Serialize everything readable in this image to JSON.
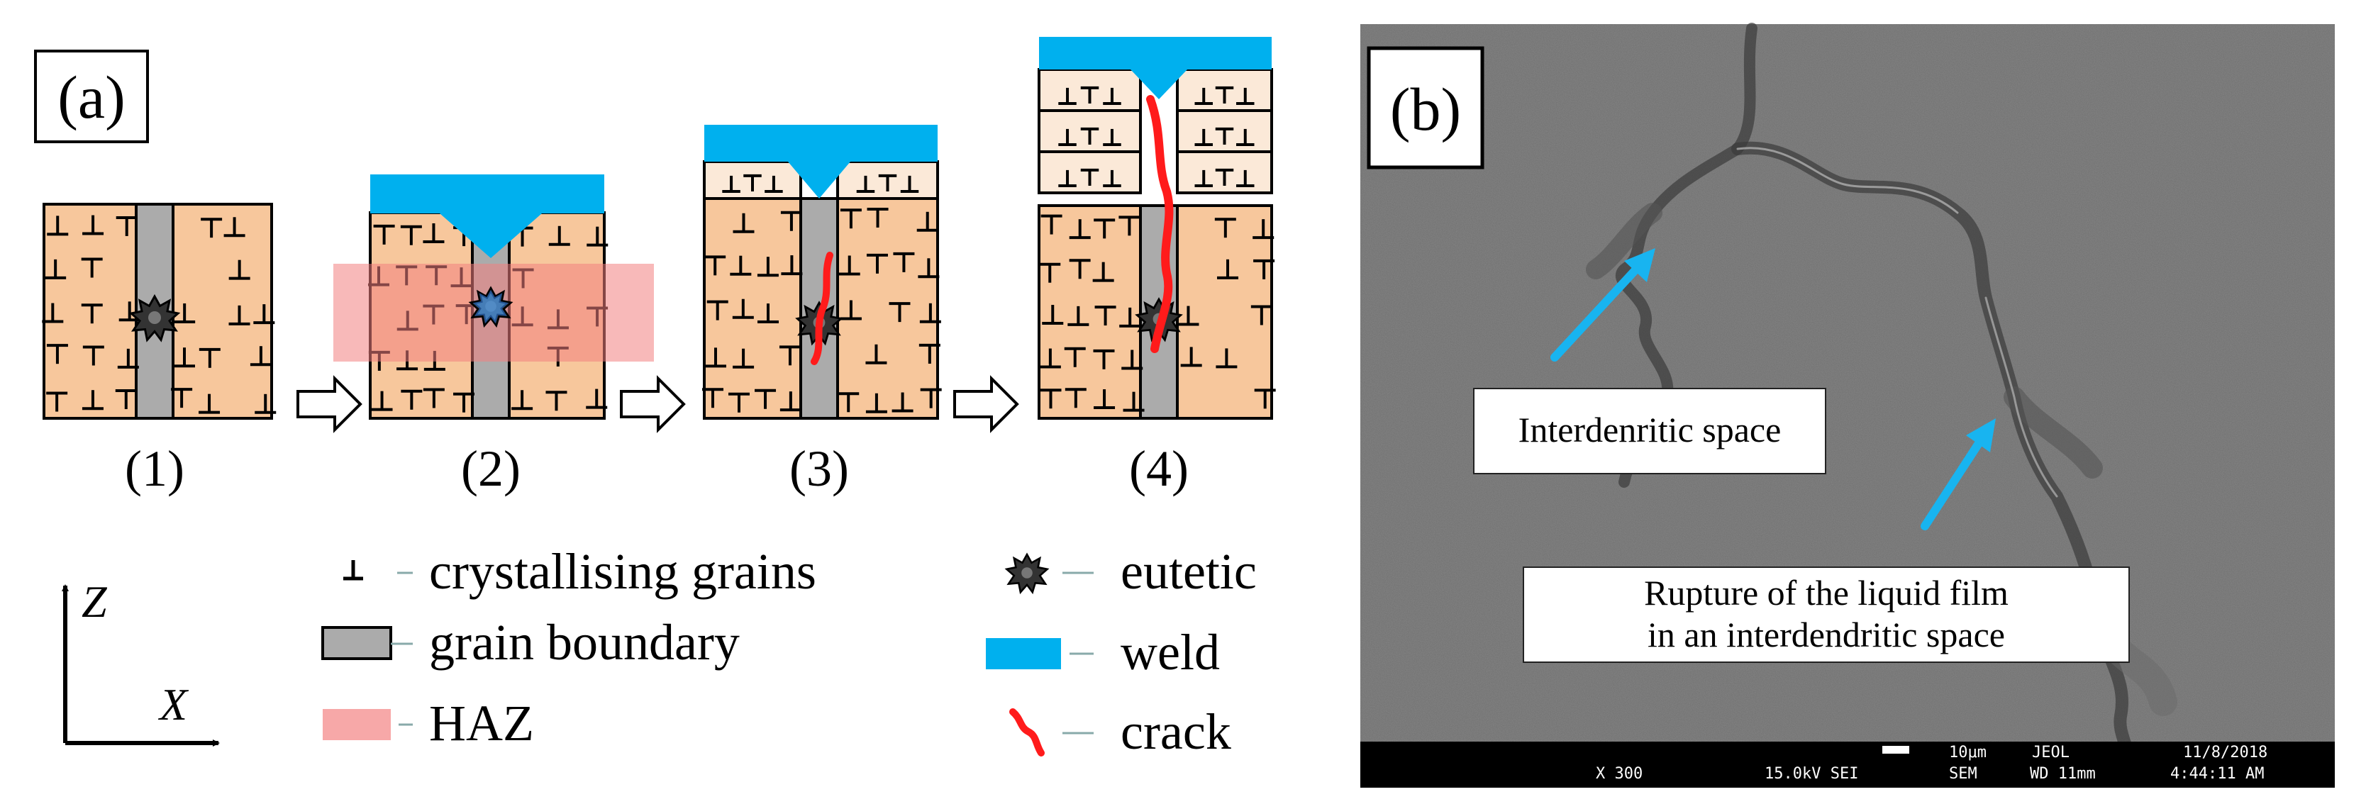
{
  "panel_a": {
    "label": "(a)",
    "stages": [
      "(1)",
      "(2)",
      "(3)",
      "(4)"
    ],
    "legend": {
      "grains": "crystallising grains",
      "boundary": "grain boundary",
      "haz": "HAZ",
      "eutectic": "eutetic",
      "weld": "weld",
      "crack": "crack"
    },
    "axes": {
      "z": "Z",
      "x": "X"
    },
    "colors": {
      "grain": "#f7c79c",
      "boundary": "#ababab",
      "weld": "#00b0ee",
      "haz": "#f28080",
      "crack": "#ff1b1b"
    }
  },
  "panel_b": {
    "label": "(b)",
    "callouts": {
      "interdendritic": "Interdenritic space",
      "rupture_line1": "Rupture of the liquid film",
      "rupture_line2": "in an interdendritic space"
    },
    "sem_bar": {
      "magnification": "X 300",
      "voltage": "15.0kV SEI",
      "mode": "SEM",
      "scale": "10μm",
      "maker": "JEOL",
      "wd": "WD 11mm",
      "date": "11/8/2018",
      "time": "4:44:11 AM"
    },
    "colors": {
      "arrow": "#18b4f0"
    }
  }
}
